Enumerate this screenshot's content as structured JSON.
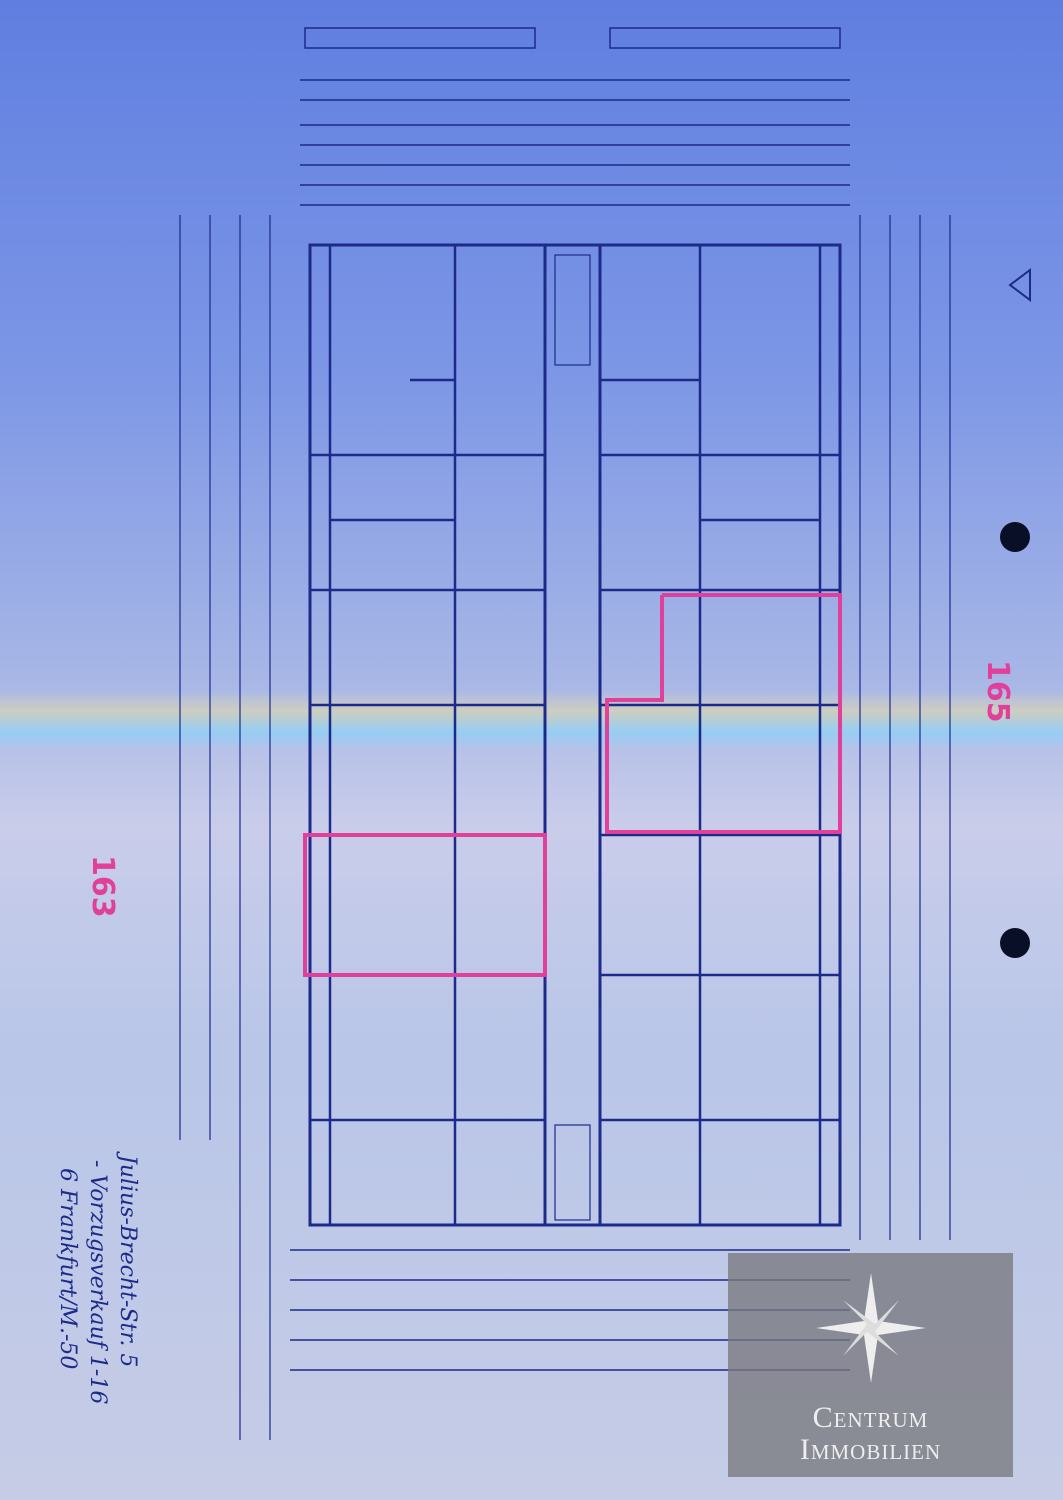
{
  "annotations": {
    "unit_left": "163",
    "unit_right": "165",
    "address_line1": "Julius-Brecht-Str. 5",
    "address_line2": "- Vorzugsverkauf 1-16",
    "address_line3": "6 Frankfurt/M.-50"
  },
  "logo": {
    "line1": "Centrum",
    "line2": "Immobilien"
  },
  "colors": {
    "ink": "#1c2a8a",
    "highlight": "#e0409a"
  }
}
